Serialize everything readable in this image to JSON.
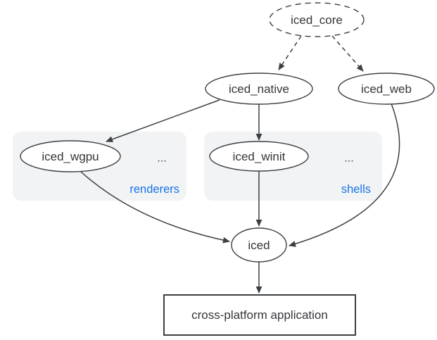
{
  "nodes": {
    "iced_core": "iced_core",
    "iced_native": "iced_native",
    "iced_web": "iced_web",
    "iced_wgpu": "iced_wgpu",
    "iced_winit": "iced_winit",
    "iced": "iced",
    "application": "cross-platform application"
  },
  "groups": {
    "renderers": {
      "label": "renderers",
      "ellipsis": "..."
    },
    "shells": {
      "label": "shells",
      "ellipsis": "..."
    }
  },
  "colors": {
    "node_stroke": "#3c4043",
    "text": "#35363a",
    "group_fill": "#f1f3f4",
    "group_label_blue": "#1a73e8",
    "background": "#ffffff"
  }
}
